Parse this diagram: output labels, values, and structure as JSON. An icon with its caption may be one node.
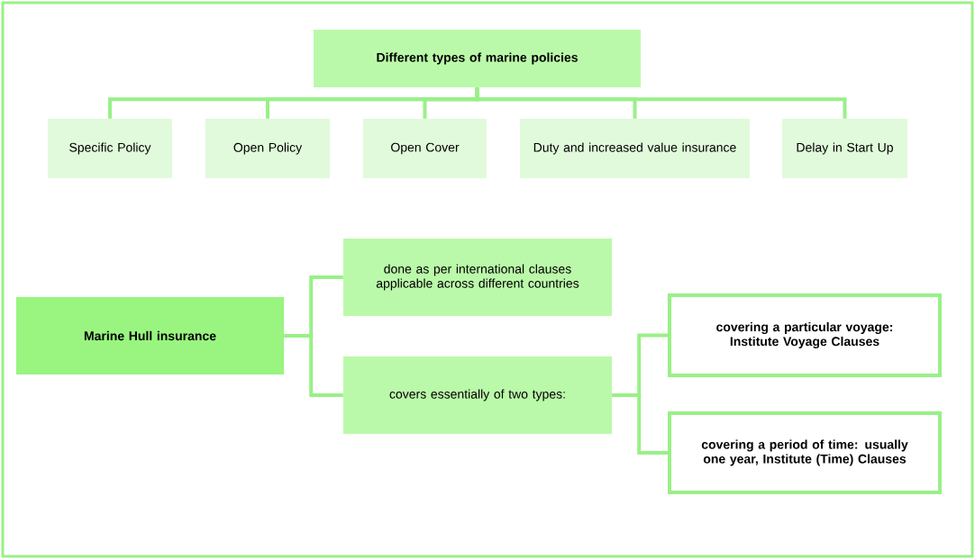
{
  "diagram": {
    "nodes": [
      {
        "text": [
          "Different types of marine policies"
        ]
      },
      {
        "text": [
          "Specific Policy"
        ]
      },
      {
        "text": [
          "Open Policy"
        ]
      },
      {
        "text": [
          "Open Cover"
        ]
      },
      {
        "text": [
          "Duty and increased value insurance"
        ]
      },
      {
        "text": [
          "Delay in Start Up"
        ]
      },
      {
        "text": [
          "Marine Hull insurance"
        ]
      },
      {
        "text": [
          "done as per international clauses applicable across different countries"
        ]
      },
      {
        "text": [
          "covers essentially of two types:"
        ]
      },
      {
        "text": [
          "covering a particular voyage: Institute Voyage Clauses"
        ]
      },
      {
        "text": [
          "covering a period of time: usually one year, Institute (Time) Clauses"
        ]
      }
    ],
    "edges": [
      {
        "from": 0,
        "to": 1,
        "arrow": "none"
      },
      {
        "from": 0,
        "to": 2,
        "arrow": "none"
      },
      {
        "from": 0,
        "to": 3,
        "arrow": "none"
      },
      {
        "from": 0,
        "to": 4,
        "arrow": "none"
      },
      {
        "from": 0,
        "to": 5,
        "arrow": "none"
      },
      {
        "from": 6,
        "to": 7,
        "arrow": "none"
      },
      {
        "from": 6,
        "to": 8,
        "arrow": "none"
      },
      {
        "from": 8,
        "to": 9,
        "arrow": "none"
      },
      {
        "from": 8,
        "to": 10,
        "arrow": "none"
      }
    ]
  }
}
